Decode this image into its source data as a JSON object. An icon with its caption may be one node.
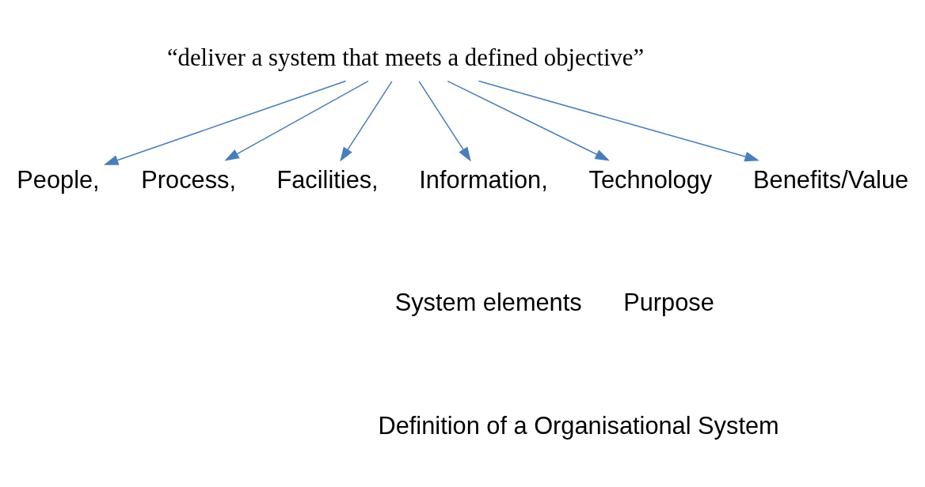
{
  "diagram": {
    "nodes": [
      {
        "text": [
          "“deliver a system that meets a defined objective”"
        ]
      },
      {
        "text": [
          "People,"
        ]
      },
      {
        "text": [
          "Process,"
        ]
      },
      {
        "text": [
          "Facilities,"
        ]
      },
      {
        "text": [
          "Information,"
        ]
      },
      {
        "text": [
          "Technology"
        ]
      },
      {
        "text": [
          "Benefits/Value"
        ]
      }
    ],
    "edges": [
      {
        "from": 0,
        "to": 1,
        "arrow": "to"
      },
      {
        "from": 0,
        "to": 2,
        "arrow": "to"
      },
      {
        "from": 0,
        "to": 3,
        "arrow": "to"
      },
      {
        "from": 0,
        "to": 4,
        "arrow": "to"
      },
      {
        "from": 0,
        "to": 5,
        "arrow": "to"
      },
      {
        "from": 0,
        "to": 6,
        "arrow": "to"
      }
    ],
    "labels": [
      "System elements",
      "Purpose",
      "Definition of a Organisational System"
    ]
  }
}
